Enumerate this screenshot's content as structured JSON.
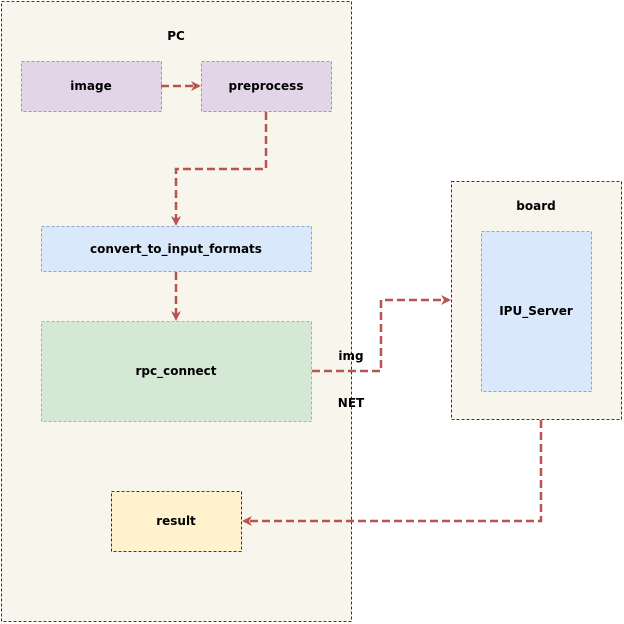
{
  "containers": {
    "pc": {
      "label": "PC",
      "fill": "#f8f5ec",
      "stroke": "#000000"
    },
    "board": {
      "label": "board",
      "fill": "#f8f5ec",
      "stroke": "#000000"
    }
  },
  "nodes": {
    "image": {
      "label": "image",
      "fill": "#e1d5e7"
    },
    "preprocess": {
      "label": "preprocess",
      "fill": "#e1d5e7"
    },
    "convert": {
      "label": "convert_to_input_formats",
      "fill": "#dae8fc"
    },
    "rpc": {
      "label": "rpc_connect",
      "fill": "#d5e8d4"
    },
    "result": {
      "label": "result",
      "fill": "#fff2cc"
    },
    "ipu": {
      "label": "IPU_Server",
      "fill": "#dae8fc"
    }
  },
  "edge_labels": {
    "img": "img",
    "net": "NET"
  },
  "edge_color": "#b85450",
  "edges": [
    {
      "from": "image",
      "to": "preprocess"
    },
    {
      "from": "preprocess",
      "to": "convert_to_input_formats"
    },
    {
      "from": "convert_to_input_formats",
      "to": "rpc_connect"
    },
    {
      "from": "rpc_connect",
      "to": "board",
      "label": "img"
    },
    {
      "from": "board",
      "to": "result"
    }
  ]
}
